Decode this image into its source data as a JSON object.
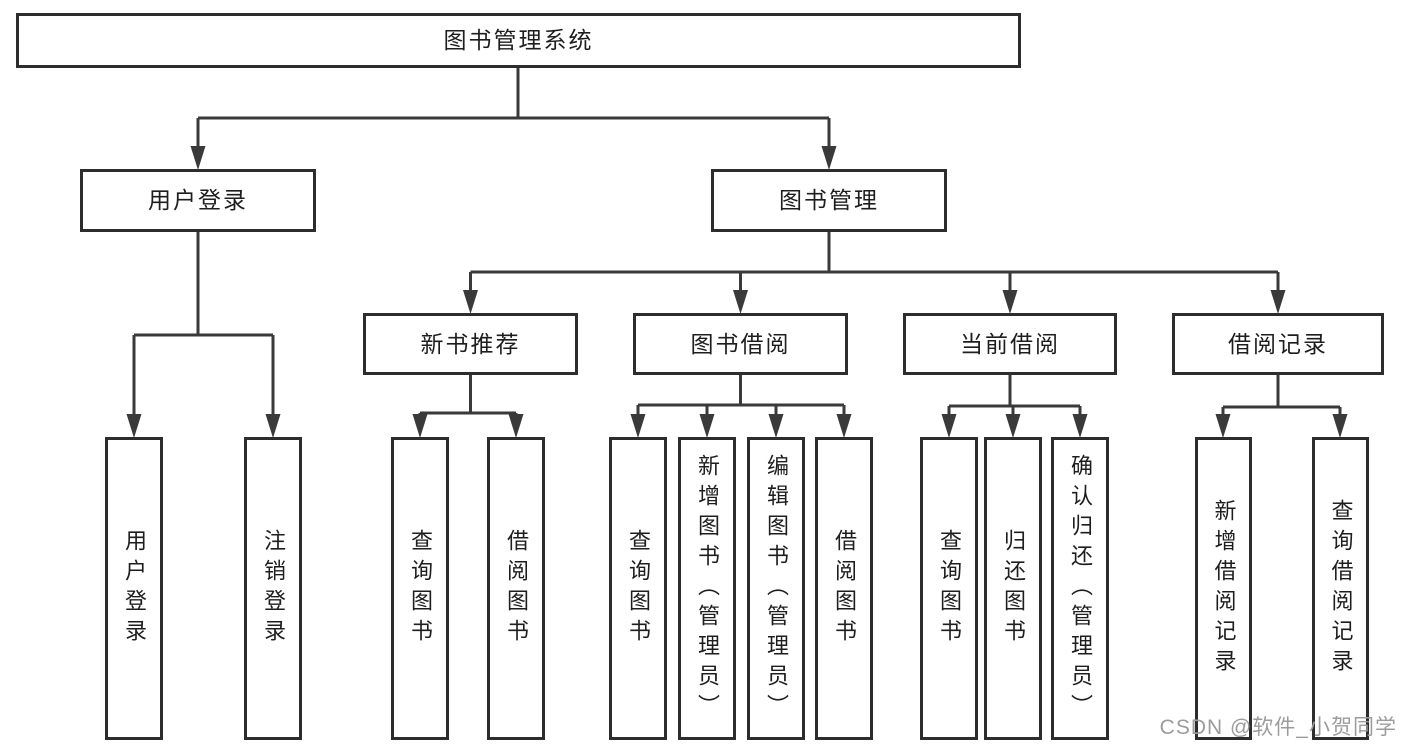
{
  "diagram": {
    "root": {
      "label": "图书管理系统"
    },
    "level1": [
      {
        "label": "用户登录"
      },
      {
        "label": "图书管理"
      }
    ],
    "level2": [
      {
        "label": "新书推荐"
      },
      {
        "label": "图书借阅"
      },
      {
        "label": "当前借阅"
      },
      {
        "label": "借阅记录"
      }
    ],
    "leaves": {
      "user_login": [
        "用户登录",
        "注销登录"
      ],
      "new_book_recommend": [
        "查询图书",
        "借阅图书"
      ],
      "book_borrowing": [
        "查询图书",
        "新增图书（管理员）",
        "编辑图书（管理员）",
        "借阅图书"
      ],
      "current_borrowing": [
        "查询图书",
        "归还图书",
        "确认归还（管理员）"
      ],
      "borrowing_records": [
        "新增借阅记录",
        "查询借阅记录"
      ]
    }
  },
  "watermark": {
    "text": "CSDN @软件_小贺同学"
  },
  "colors": {
    "line": "#3a3a3a",
    "box_border": "#2d2d2d",
    "text": "#1e1e1e",
    "watermark": "#9c9c9c",
    "background": "#ffffff"
  }
}
